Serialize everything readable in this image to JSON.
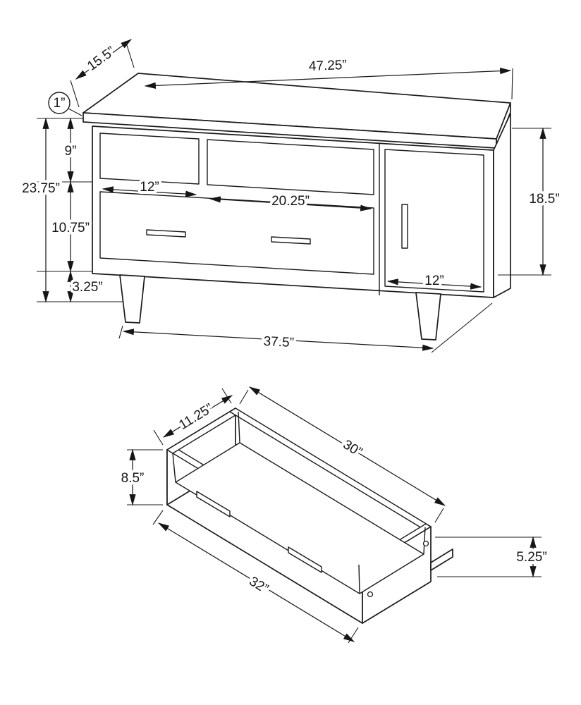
{
  "stand": {
    "width_top": "47.25”",
    "depth": "15.5”",
    "top_thickness": "1”",
    "shelf_height": "9”",
    "overall_height": "23.75”",
    "drawer_height": "10.75”",
    "base_height": "3.25”",
    "shelf_left_width": "12”",
    "shelf_center_width": "20.25”",
    "side_height": "18.5”",
    "door_width": "12”",
    "base_width": "37.5”"
  },
  "drawer": {
    "depth": "11.25”",
    "top_length": "30”",
    "side_height": "8.5”",
    "front_height": "5.25”",
    "bottom_length": "32”"
  }
}
